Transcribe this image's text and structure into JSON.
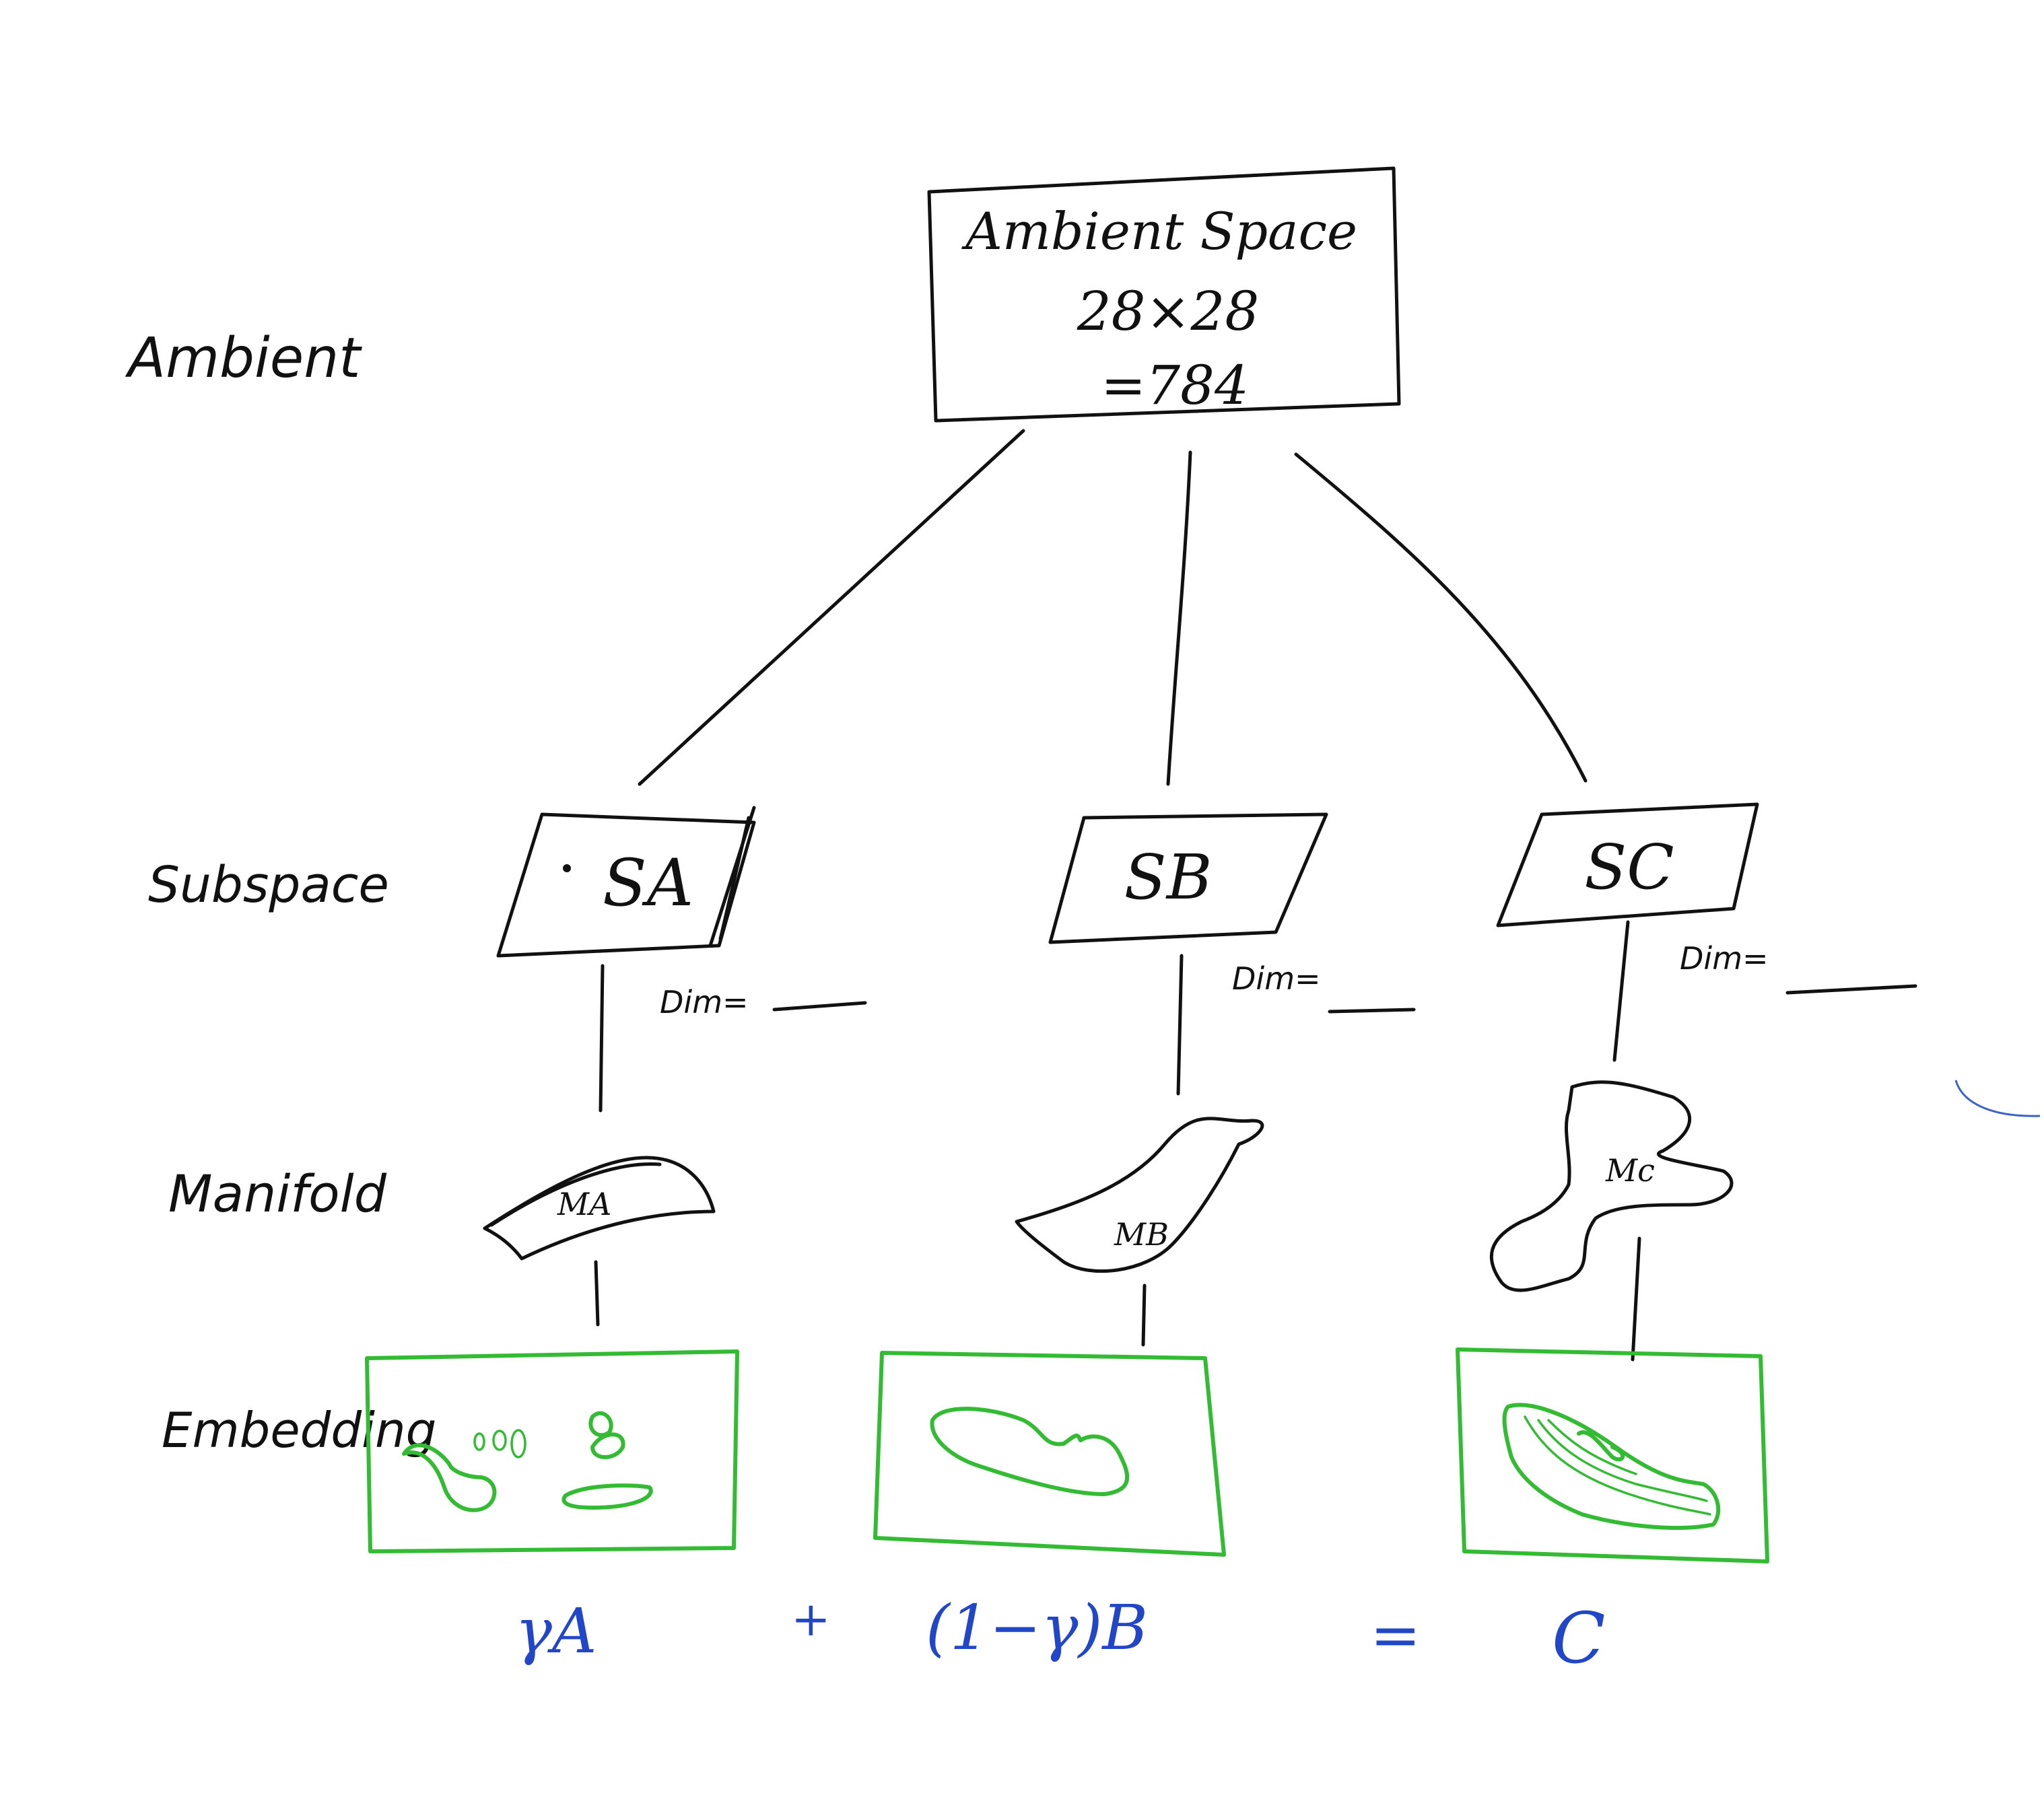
{
  "row_labels": {
    "ambient": "Ambient",
    "subspace": "Subspace",
    "manifold": "Manifold",
    "embedding": "Embedding"
  },
  "ambient_box": {
    "line1": "Ambient Space",
    "line2": "28×28",
    "line3": "=784"
  },
  "subspaces": [
    {
      "label": "SA",
      "dim_label": "Dim="
    },
    {
      "label": "SB",
      "dim_label": "Dim="
    },
    {
      "label": "SC",
      "dim_label": "Dim="
    }
  ],
  "manifolds": [
    {
      "label": "MA"
    },
    {
      "label": "MB"
    },
    {
      "label": "Mc"
    }
  ],
  "equation": {
    "term_a": "γA",
    "plus": "+",
    "term_b": "(1−γ)B",
    "equals": "=",
    "term_c": "C"
  },
  "colors": {
    "ink": "#111111",
    "embedding_green": "#33bb33",
    "equation_blue": "#2246c8"
  }
}
